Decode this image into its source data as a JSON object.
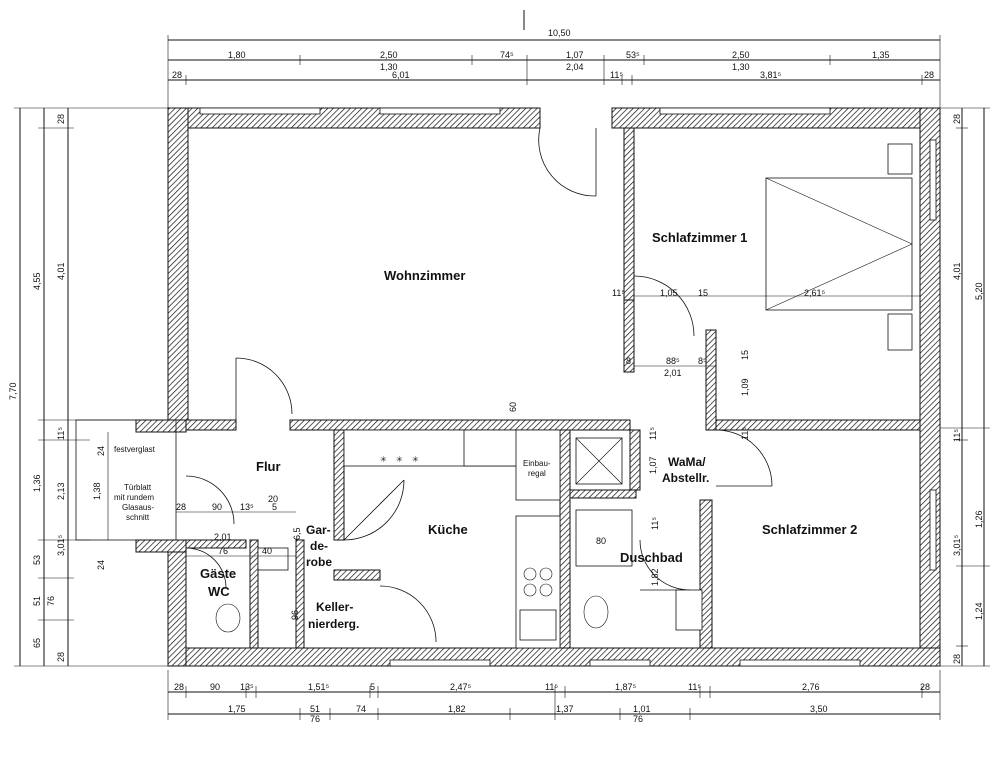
{
  "rooms": {
    "wohnzimmer": "Wohnzimmer",
    "schlafzimmer1": "Schlafzimmer 1",
    "schlafzimmer2": "Schlafzimmer 2",
    "flur": "Flur",
    "kueche": "Küche",
    "garderobe_1": "Gar-",
    "garderobe_2": "de-",
    "garderobe_3": "robe",
    "keller_1": "Keller-",
    "keller_2": "nierderg.",
    "gaeste_1": "Gäste",
    "gaeste_2": "WC",
    "wama_1": "WaMa/",
    "wama_2": "Abstellr.",
    "duschbad": "Duschbad",
    "einbau_1": "Einbau-",
    "einbau_2": "regal",
    "festverglast": "festverglast",
    "tuerblatt_1": "Türblatt",
    "tuerblatt_2": "mit rundem",
    "tuerblatt_3": "Glasaus-",
    "tuerblatt_4": "schnitt"
  },
  "dims_top": {
    "total": "10,50",
    "r1": [
      "1,80",
      "2,50",
      "74⁵",
      "1,07",
      "53⁵",
      "2,50",
      "1,35"
    ],
    "r2": [
      "1,30",
      "2,04",
      "1,30"
    ],
    "r3": [
      "28",
      "6,01",
      "11⁵",
      "3,81⁵",
      "28"
    ]
  },
  "dims_bottom": {
    "r1": [
      "28",
      "90",
      "13⁵",
      "1,51⁵",
      "5",
      "2,47⁵",
      "11⁵",
      "1,87⁵",
      "11⁵",
      "2,76",
      "28"
    ],
    "r2": [
      "1,75",
      "51",
      "76",
      "74",
      "1,82",
      "1,37",
      "1,01",
      "76",
      "3,50"
    ]
  },
  "dims_left": {
    "total": "7,70",
    "r1": [
      "4,55",
      "28",
      "4,01",
      "1,36",
      "2,13",
      "1,38",
      "53",
      "3,01⁵",
      "51",
      "76",
      "65",
      "28",
      "11⁵",
      "24",
      "24"
    ]
  },
  "dims_right": {
    "r1": [
      "28",
      "4,01",
      "5,20",
      "11⁵",
      "3,01⁵",
      "1,26",
      "1,24",
      "28"
    ]
  },
  "dims_interior": {
    "sz1_a": "11⁵",
    "sz1_b": "1,05",
    "sz1_c": "15",
    "sz1_d": "2,61⁵",
    "sz1_e": "8",
    "sz1_f": "88⁵",
    "sz1_g": "8⁵",
    "sz1_h": "2,01",
    "sz1_i": "15",
    "sz1_j": "1,09",
    "flur_a": "28",
    "flur_b": "90",
    "flur_c": "13⁵",
    "flur_d": "20",
    "flur_e": "5",
    "wc_a": "2,01",
    "wc_b": "76",
    "wc_c": "40",
    "wc_d": "6,5",
    "kell_a": "96",
    "dusch_a": "80",
    "dusch_b": "1,82",
    "dusch_c": "11⁵",
    "wama_a": "1,07",
    "wama_b": "11⁵",
    "ein_a": "60",
    "sz2_a": "11⁵"
  }
}
